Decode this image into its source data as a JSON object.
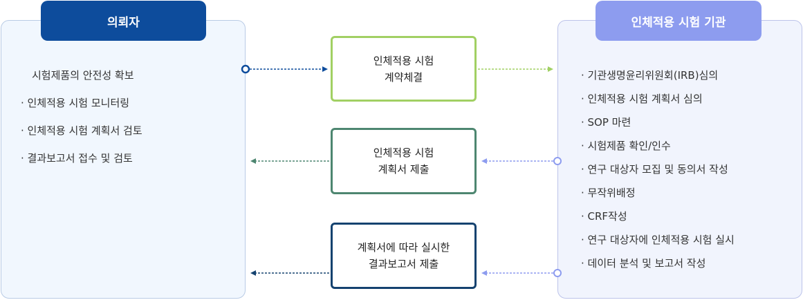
{
  "sponsor": {
    "title": "의뢰자",
    "items": [
      "시험제품의 안전성 확보",
      "· 인체적용 시험 모니터링",
      "· 인체적용 시험 계획서 검토",
      "· 결과보고서 접수 및 검토"
    ]
  },
  "institution": {
    "title": "인체적용 시험 기관",
    "items": [
      "· 기관생명윤리위원회(IRB)심의",
      "· 인체적용 시험 계획서 심의",
      "· SOP 마련",
      "· 시험제품 확인/인수",
      "· 연구 대상자  모집 및 동의서 작성",
      "· 무작위배정",
      "· CRF작성",
      "· 연구 대상자에 인체적용 시험 실시",
      "· 데이터 분석 및 보고서 작성"
    ]
  },
  "steps": [
    {
      "line1": "인체적용 시험",
      "line2": "계약체결"
    },
    {
      "line1": "인체적용 시험",
      "line2": "계획서 제출"
    },
    {
      "line1": "계획서에 따라 실시한",
      "line2": "결과보고서 제출"
    }
  ],
  "colors": {
    "sponsor_tab": "#0d4c9c",
    "institution_tab": "#8d9cef",
    "contract_border": "#a1d063",
    "plan_border": "#4d8670",
    "report_border": "#14426f"
  }
}
